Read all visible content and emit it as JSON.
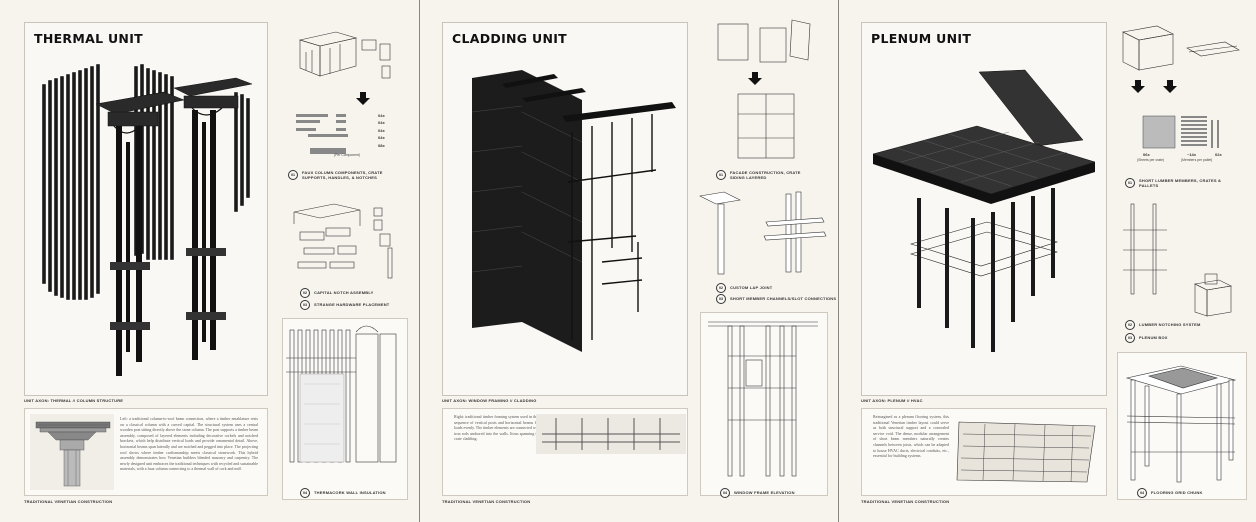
{
  "panels": [
    {
      "title": "THERMAL UNIT",
      "unit_caption": "UNIT AXON: THERMAL // COLUMN STRUCTURE",
      "photo_caption": "TRADITIONAL VENETIAN  CONSTRUCTION",
      "body": "Left: a traditional column-to-roof beam connection, where a timber entablature rests on a classical column with a carved capital. The structural system uses a central wooden post sitting directly above the stone column. The post supports a timber beam assembly, composed of layered elements including decorative corbels and notched brackets, which help distribute vertical loads and provide ornamental detail. Above, horizontal beams span laterally and are notched and pegged into place. The projecting roof shows where timber craftsmanship meets classical stonework. This hybrid assembly demonstrates how Venetian builders blended masonry and carpentry. The newly designed unit embraces the traditional techniques with recycled and sustainable materials, with a faux column connecting to a thermal wall of cork and mdf.",
      "details": [
        {
          "num": "01",
          "label": "FAUX COLUMN COMPONENTS, CRATE SUPPORTS, HANDLES, & NOTCHES"
        },
        {
          "num": "02",
          "label": "CAPITAL NOTCH ASSEMBLY"
        },
        {
          "num": "03",
          "label": "STRANGE HARDWARE PLACEMENT"
        },
        {
          "num": "04",
          "label": "THERMACORK WALL INSULATION"
        }
      ],
      "qty": [
        "04x",
        "04x",
        "04x",
        "04x",
        "08x"
      ],
      "per_component": "(Per Component)"
    },
    {
      "title": "CLADDING UNIT",
      "unit_caption": "UNIT AXON: WINDOW FRAMING // CLADDING",
      "photo_caption": "TRADITIONAL VENETIAN CONSTRUCTION",
      "body": "Right: traditional timber framing system used in the clerestory level of the Basilica di Santa Maria Gloriosa dei Frari. The drawing shows a sequence of vertical posts and horizontal beams fitted into masonry piers, forming a stable framework to support the roof and distribute loads evenly. The timber elements are connected with traditional joinery techniques such as mortise-and-tenon and are further stabilized with iron rods anchored into the walls. Ittrus spanning the presbytery. This unit mimics the techniques with short recycled members and ad hoc crate cladding.",
      "details": [
        {
          "num": "01",
          "label": "FACADE CONSTRUCTION, CRATE SIDING LAYERED"
        },
        {
          "num": "02",
          "label": "CUSTOM LAP JOINT"
        },
        {
          "num": "03",
          "label": "SHORT MEMBER CHANNELS/SLOT CONNECTIONS"
        },
        {
          "num": "04",
          "label": "WINDOW FRAME ELEVATION"
        }
      ]
    },
    {
      "title": "PLENUM UNIT",
      "unit_caption": "UNIT AXON: PLENUM // HVAC",
      "photo_caption": "TRADITIONAL VENETIAN CONSTRUCTION",
      "body": "Reimagined as a plenum flooring system, this traditional Venetian timber layout could serve as both structural support and a concealed service void. The dense, modular arrangement of short beam members naturally creates channels between joists, which can be adapted to house HVAC ducts, electrical conduits, etc., essential for building systems.",
      "details": [
        {
          "num": "01",
          "label": "SHORT LUMBER MEMBERS, CRATES & PALLETS"
        },
        {
          "num": "02",
          "label": "LUMBER NOTCHING SYSTEM"
        },
        {
          "num": "03",
          "label": "PLENUM BOX"
        },
        {
          "num": "04",
          "label": "FLOORING GRID CHUNK"
        }
      ],
      "qty": [
        {
          "value": "06x",
          "sub": "(Sheets per crate)"
        },
        {
          "value": "~14x",
          "sub": "(Members per pallet)"
        },
        {
          "value": "02x",
          "sub": ""
        }
      ]
    }
  ]
}
